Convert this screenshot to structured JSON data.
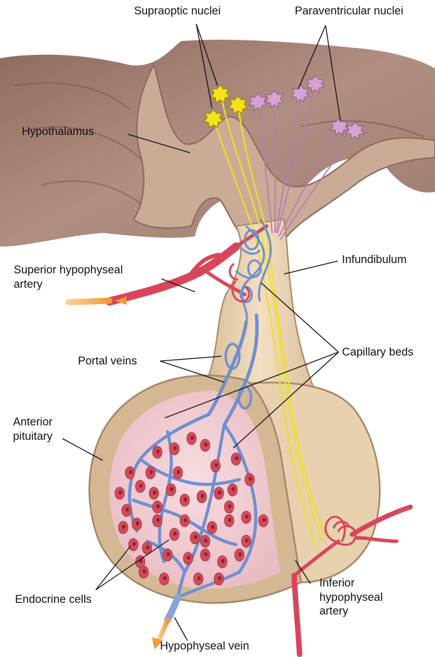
{
  "labels": {
    "supraoptic": "Supraoptic nuclei",
    "paraventricular": "Paraventricular nuclei",
    "hypothalamus": "Hypothalamus",
    "superior_artery_line1": "Superior hypophyseal",
    "superior_artery_line2": "artery",
    "infundibulum": "Infundibulum",
    "portal_veins": "Portal veins",
    "capillary_beds": "Capillary beds",
    "anterior_pituitary_line1": "Anterior",
    "anterior_pituitary_line2": "pituitary",
    "endocrine_cells": "Endocrine cells",
    "inferior_artery_line1": "Inferior",
    "inferior_artery_line2": "hypophyseal",
    "inferior_artery_line3": "artery",
    "hypophyseal_vein": "Hypophyseal vein"
  },
  "colors": {
    "brain_tissue": "#a9877a",
    "brain_dark": "#7d5a4f",
    "stalk_tissue": "#e6cfae",
    "anterior_lobe": "#f3d3d8",
    "portal_vein": "#6f8fd0",
    "artery": "#d7445a",
    "supraoptic_neuron": "#f2e31c",
    "paraventricular_neuron": "#c893c7",
    "endocrine_cell": "#d14b5b",
    "arrow": "#f5a742"
  }
}
